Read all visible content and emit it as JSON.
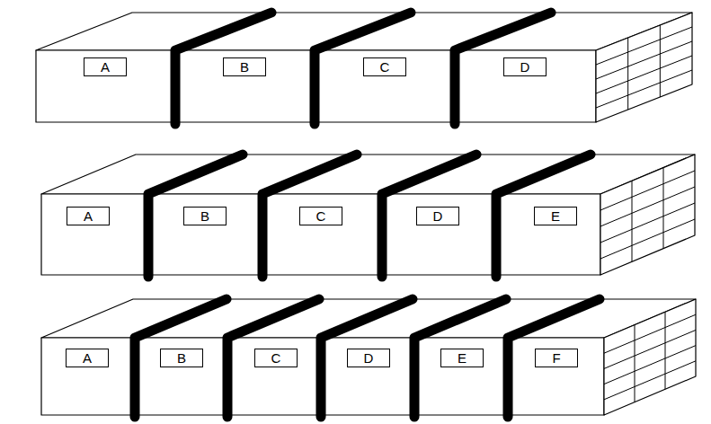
{
  "diagram": {
    "nodes": [
      {
        "text": [
          "A"
        ]
      },
      {
        "text": [
          "B"
        ]
      },
      {
        "text": [
          "C"
        ]
      },
      {
        "text": [
          "D"
        ]
      },
      {
        "text": [
          "A"
        ]
      },
      {
        "text": [
          "B"
        ]
      },
      {
        "text": [
          "C"
        ]
      },
      {
        "text": [
          "D"
        ]
      },
      {
        "text": [
          "E"
        ]
      },
      {
        "text": [
          "A"
        ]
      },
      {
        "text": [
          "B"
        ]
      },
      {
        "text": [
          "C"
        ]
      },
      {
        "text": [
          "D"
        ]
      },
      {
        "text": [
          "E"
        ]
      },
      {
        "text": [
          "F"
        ]
      }
    ]
  }
}
